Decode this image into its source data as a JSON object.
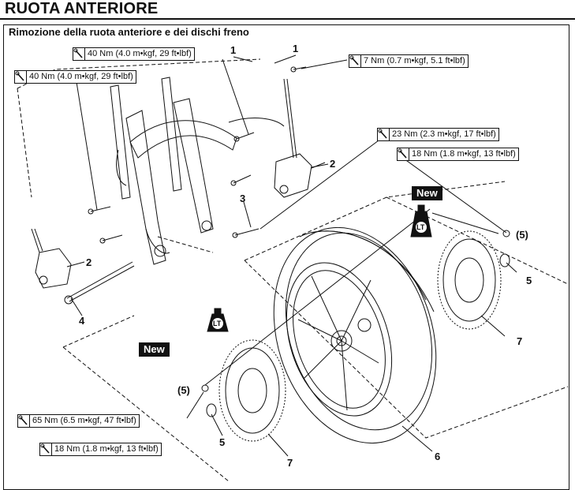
{
  "header": {
    "title": "RUOTA ANTERIORE"
  },
  "section": {
    "subtitle": "Rimozione della ruota anteriore e dei dischi freno"
  },
  "torque_specs": [
    {
      "id": "t1",
      "text": "40 Nm (4.0 m•kgf, 29 ft•lbf)"
    },
    {
      "id": "t2",
      "text": "40 Nm (4.0 m•kgf, 29 ft•lbf)"
    },
    {
      "id": "t3",
      "text": "7 Nm (0.7 m•kgf, 5.1 ft•lbf)"
    },
    {
      "id": "t4",
      "text": "23 Nm (2.3 m•kgf, 17 ft•lbf)"
    },
    {
      "id": "t5",
      "text": "18 Nm (1.8 m•kgf, 13 ft•lbf)"
    },
    {
      "id": "t6",
      "text": "65 Nm (6.5 m•kgf, 47 ft•lbf)"
    },
    {
      "id": "t7",
      "text": "18 Nm (1.8 m•kgf, 13 ft•lbf)"
    }
  ],
  "badges": {
    "new_right": "New",
    "new_left": "New",
    "lt": "LT"
  },
  "callouts": {
    "c1a": "1",
    "c1b": "1",
    "c2a": "2",
    "c2b": "2",
    "c3": "3",
    "c4": "4",
    "c5a": "(5)",
    "c5b": "5",
    "c5c": "(5)",
    "c5d": "5",
    "c6": "6",
    "c7a": "7",
    "c7b": "7"
  },
  "icons": {
    "torque": "wrench-icon",
    "threadlock": "lt-threadlock-icon"
  }
}
